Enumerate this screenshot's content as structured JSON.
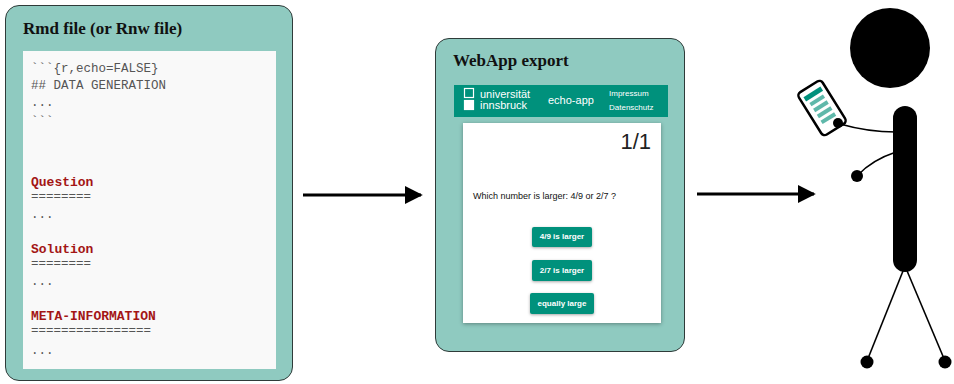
{
  "diagram": {
    "nodes": [
      {
        "text": [
          "Rmd file (or Rnw file)"
        ]
      },
      {
        "text": [
          "```{r,echo=FALSE}",
          "## DATA GENERATION",
          "...",
          "```",
          "Question",
          "========",
          "...",
          "Solution",
          "========",
          "...",
          "META-INFORMATION",
          "================",
          "..."
        ],
        "in": 0
      },
      {
        "text": [
          "WebApp export"
        ]
      },
      {
        "text": [
          "universität innsbruck",
          "echo-app",
          "Impressum",
          "Datenschutz"
        ],
        "in": 2
      },
      {
        "text": [
          "1/1",
          "Which number is larger: 4/9 or 2/7 ?"
        ],
        "in": 2
      },
      {
        "text": [
          "4/9 is larger"
        ],
        "in": 4
      },
      {
        "text": [
          "2/7 is larger"
        ],
        "in": 4
      },
      {
        "text": [
          "equally large"
        ],
        "in": 4
      }
    ],
    "edges": [
      {
        "from": 0,
        "to": 2,
        "arrow": "to"
      }
    ]
  }
}
